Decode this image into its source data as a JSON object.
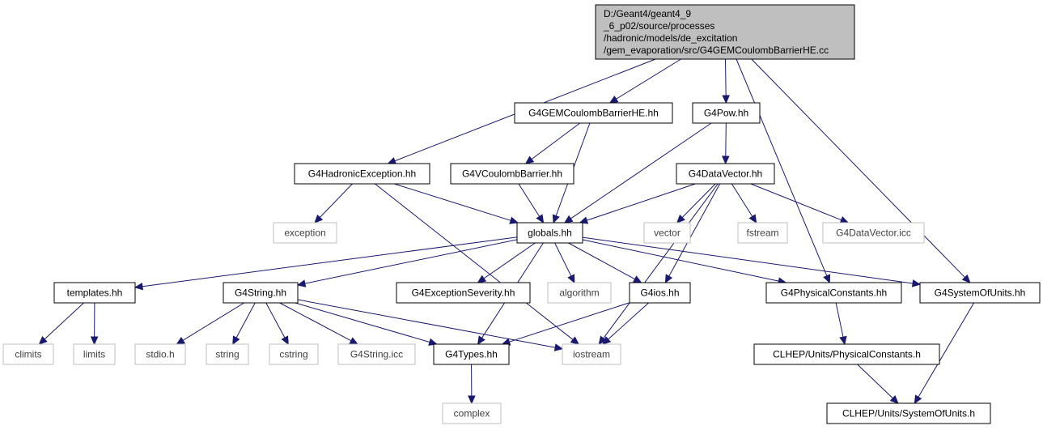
{
  "colors": {
    "edge": "#191970",
    "root_fill": "#bfbfbf",
    "node_border": "#000000",
    "external_border": "#bfbfbf",
    "background": "#ffffff"
  },
  "root": {
    "lines": [
      "D:/Geant4/geant4_9",
      "_6_p02/source/processes",
      "/hadronic/models/de_excitation",
      "/gem_evaporation/src/G4GEMCoulombBarrierHE.cc"
    ]
  },
  "nodes": [
    {
      "id": "gembarrier",
      "label": "G4GEMCoulombBarrierHE.hh",
      "kind": "local"
    },
    {
      "id": "pow",
      "label": "G4Pow.hh",
      "kind": "local"
    },
    {
      "id": "hadexc",
      "label": "G4HadronicException.hh",
      "kind": "local"
    },
    {
      "id": "vcoulomb",
      "label": "G4VCoulombBarrier.hh",
      "kind": "local"
    },
    {
      "id": "datavector",
      "label": "G4DataVector.hh",
      "kind": "local"
    },
    {
      "id": "exception",
      "label": "exception",
      "kind": "external"
    },
    {
      "id": "globals",
      "label": "globals.hh",
      "kind": "local"
    },
    {
      "id": "vector",
      "label": "vector",
      "kind": "external"
    },
    {
      "id": "fstream",
      "label": "fstream",
      "kind": "external"
    },
    {
      "id": "dvicc",
      "label": "G4DataVector.icc",
      "kind": "external"
    },
    {
      "id": "templates",
      "label": "templates.hh",
      "kind": "local"
    },
    {
      "id": "g4string",
      "label": "G4String.hh",
      "kind": "local"
    },
    {
      "id": "excseverity",
      "label": "G4ExceptionSeverity.hh",
      "kind": "local"
    },
    {
      "id": "algorithm",
      "label": "algorithm",
      "kind": "external"
    },
    {
      "id": "g4ios",
      "label": "G4ios.hh",
      "kind": "local"
    },
    {
      "id": "physconst",
      "label": "G4PhysicalConstants.hh",
      "kind": "local"
    },
    {
      "id": "sysunits",
      "label": "G4SystemOfUnits.hh",
      "kind": "local"
    },
    {
      "id": "climits",
      "label": "climits",
      "kind": "external"
    },
    {
      "id": "limits",
      "label": "limits",
      "kind": "external"
    },
    {
      "id": "stdio",
      "label": "stdio.h",
      "kind": "external"
    },
    {
      "id": "string",
      "label": "string",
      "kind": "external"
    },
    {
      "id": "cstring",
      "label": "cstring",
      "kind": "external"
    },
    {
      "id": "stringicc",
      "label": "G4String.icc",
      "kind": "external"
    },
    {
      "id": "g4types",
      "label": "G4Types.hh",
      "kind": "local"
    },
    {
      "id": "iostream",
      "label": "iostream",
      "kind": "external"
    },
    {
      "id": "clhepphys",
      "label": "CLHEP/Units/PhysicalConstants.h",
      "kind": "local"
    },
    {
      "id": "complex",
      "label": "complex",
      "kind": "external"
    },
    {
      "id": "clhepunits",
      "label": "CLHEP/Units/SystemOfUnits.h",
      "kind": "local"
    }
  ],
  "edges": [
    [
      "root",
      "hadexc"
    ],
    [
      "root",
      "gembarrier"
    ],
    [
      "root",
      "pow"
    ],
    [
      "root",
      "physconst"
    ],
    [
      "root",
      "sysunits"
    ],
    [
      "gembarrier",
      "vcoulomb"
    ],
    [
      "gembarrier",
      "globals"
    ],
    [
      "pow",
      "globals"
    ],
    [
      "pow",
      "datavector"
    ],
    [
      "hadexc",
      "exception"
    ],
    [
      "hadexc",
      "globals"
    ],
    [
      "hadexc",
      "iostream"
    ],
    [
      "vcoulomb",
      "globals"
    ],
    [
      "datavector",
      "globals"
    ],
    [
      "datavector",
      "vector"
    ],
    [
      "datavector",
      "fstream"
    ],
    [
      "datavector",
      "dvicc"
    ],
    [
      "datavector",
      "g4ios"
    ],
    [
      "datavector",
      "iostream"
    ],
    [
      "globals",
      "templates"
    ],
    [
      "globals",
      "g4string"
    ],
    [
      "globals",
      "excseverity"
    ],
    [
      "globals",
      "algorithm"
    ],
    [
      "globals",
      "g4ios"
    ],
    [
      "globals",
      "physconst"
    ],
    [
      "globals",
      "sysunits"
    ],
    [
      "globals",
      "g4types"
    ],
    [
      "templates",
      "climits"
    ],
    [
      "templates",
      "limits"
    ],
    [
      "g4string",
      "stdio"
    ],
    [
      "g4string",
      "string"
    ],
    [
      "g4string",
      "cstring"
    ],
    [
      "g4string",
      "stringicc"
    ],
    [
      "g4string",
      "g4types"
    ],
    [
      "g4string",
      "iostream"
    ],
    [
      "g4ios",
      "g4types"
    ],
    [
      "g4ios",
      "iostream"
    ],
    [
      "physconst",
      "clhepphys"
    ],
    [
      "clhepphys",
      "clhepunits"
    ],
    [
      "sysunits",
      "clhepunits"
    ],
    [
      "g4types",
      "complex"
    ]
  ]
}
